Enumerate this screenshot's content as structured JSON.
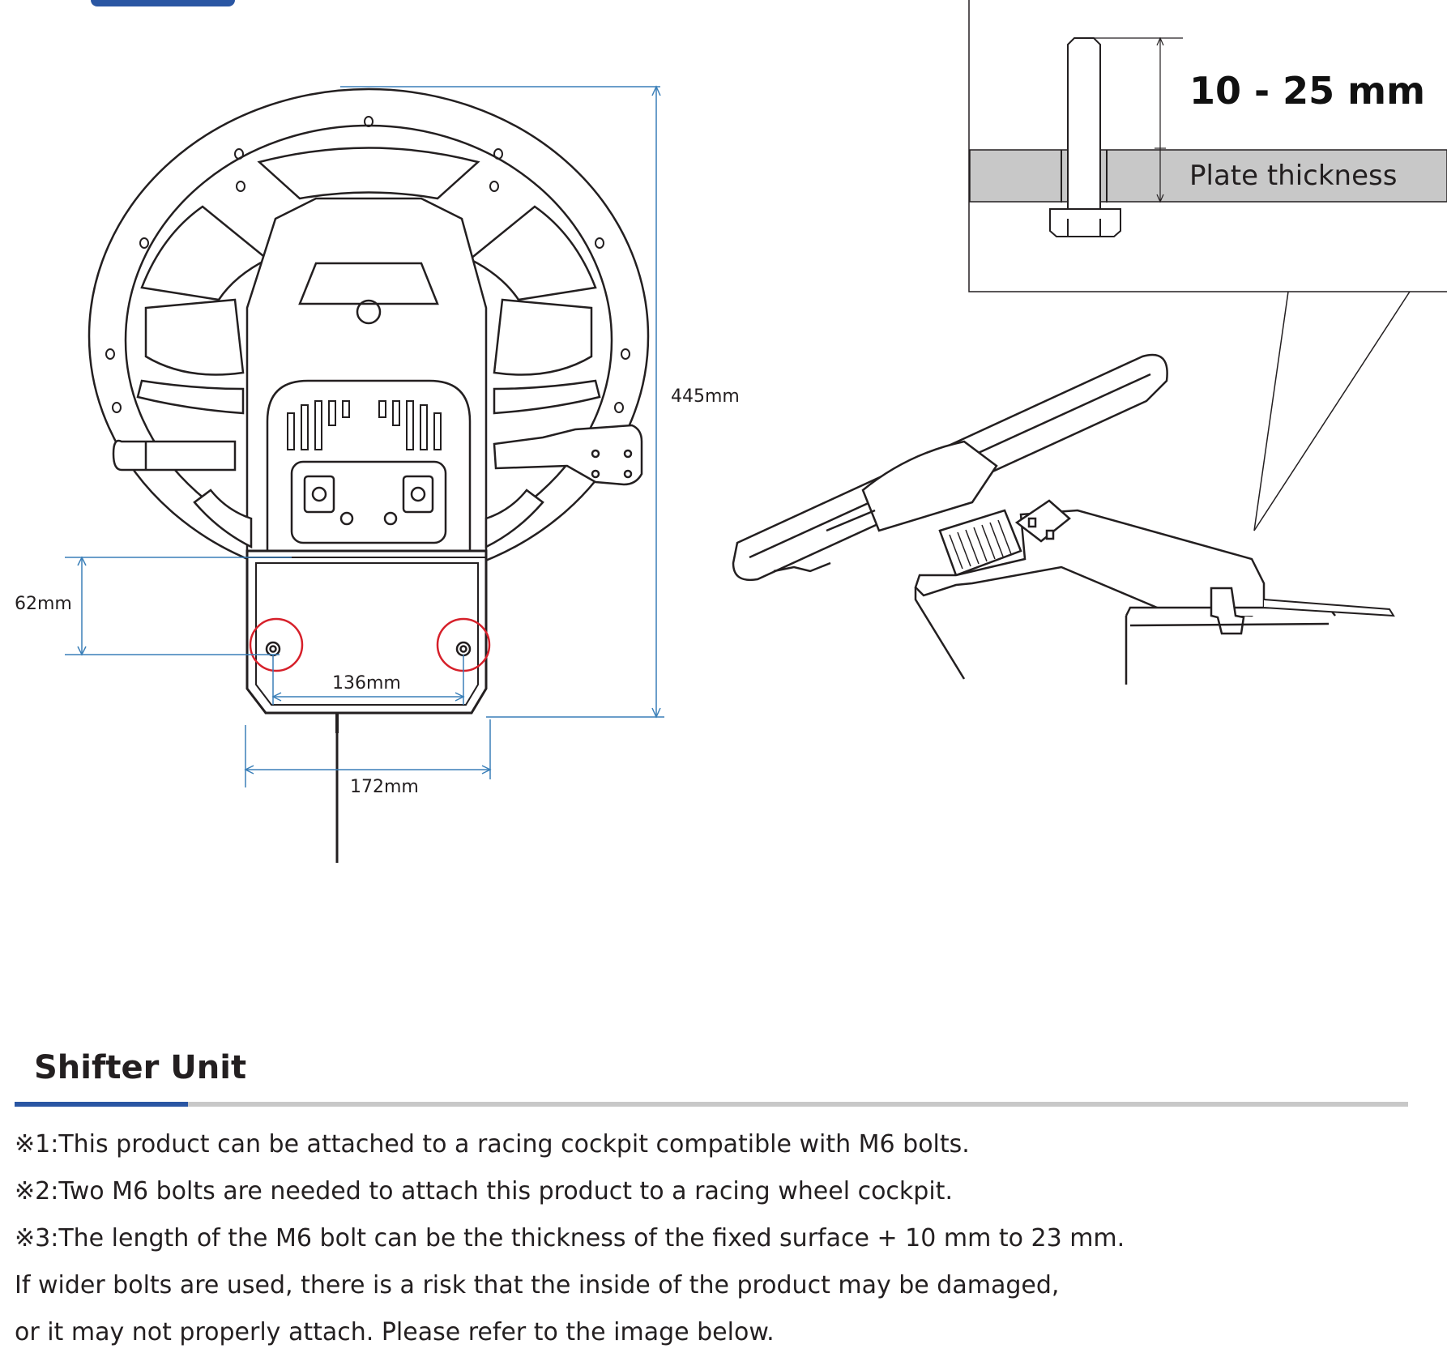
{
  "diagram": {
    "dimensions": {
      "height_label": "445mm",
      "left_offset_label": "62mm",
      "hole_spacing_label": "136mm",
      "base_width_label": "172mm"
    },
    "bolt_callout": {
      "range_label": "10 - 25 mm",
      "plate_label": "Plate thickness"
    },
    "colors": {
      "dimension_line": "#3a7fb8",
      "highlight_circle": "#d6202a",
      "plate_fill": "#c8c8c8",
      "accent": "#2a56a3"
    }
  },
  "section": {
    "title": "Shifter Unit",
    "notes": [
      "※1:This product can be attached to a racing cockpit compatible with M6 bolts.",
      "※2:Two M6 bolts are needed to attach this product to a racing wheel cockpit.",
      "※3:The length of the M6 bolt can be the thickness of the fixed surface + 10 mm to 23 mm.",
      "If wider bolts are used, there is a risk that the inside of the product may be damaged,",
      "or it may not properly attach. Please refer to the image below."
    ]
  }
}
